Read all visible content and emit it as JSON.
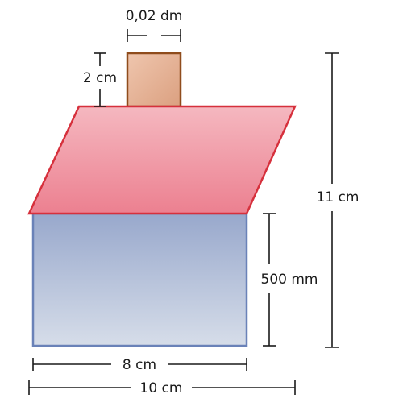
{
  "labels": {
    "chimney_width": "0,02 dm",
    "chimney_height": "2 cm",
    "total_height": "11 cm",
    "wall_height": "500 mm",
    "house_width": "8 cm",
    "total_width": "10 cm"
  },
  "colors": {
    "wall_fill_top": "#98a8cc",
    "wall_fill_bottom": "#d6dde9",
    "wall_stroke": "#6a82b8",
    "roof_fill_top": "#f5b8c0",
    "roof_fill_bottom": "#ec8090",
    "roof_stroke": "#d6303c",
    "chimney_fill_top": "#efc6ae",
    "chimney_fill_bottom": "#dba080",
    "chimney_stroke": "#8f4c1c",
    "dimension_line": "#1a1a1a"
  }
}
